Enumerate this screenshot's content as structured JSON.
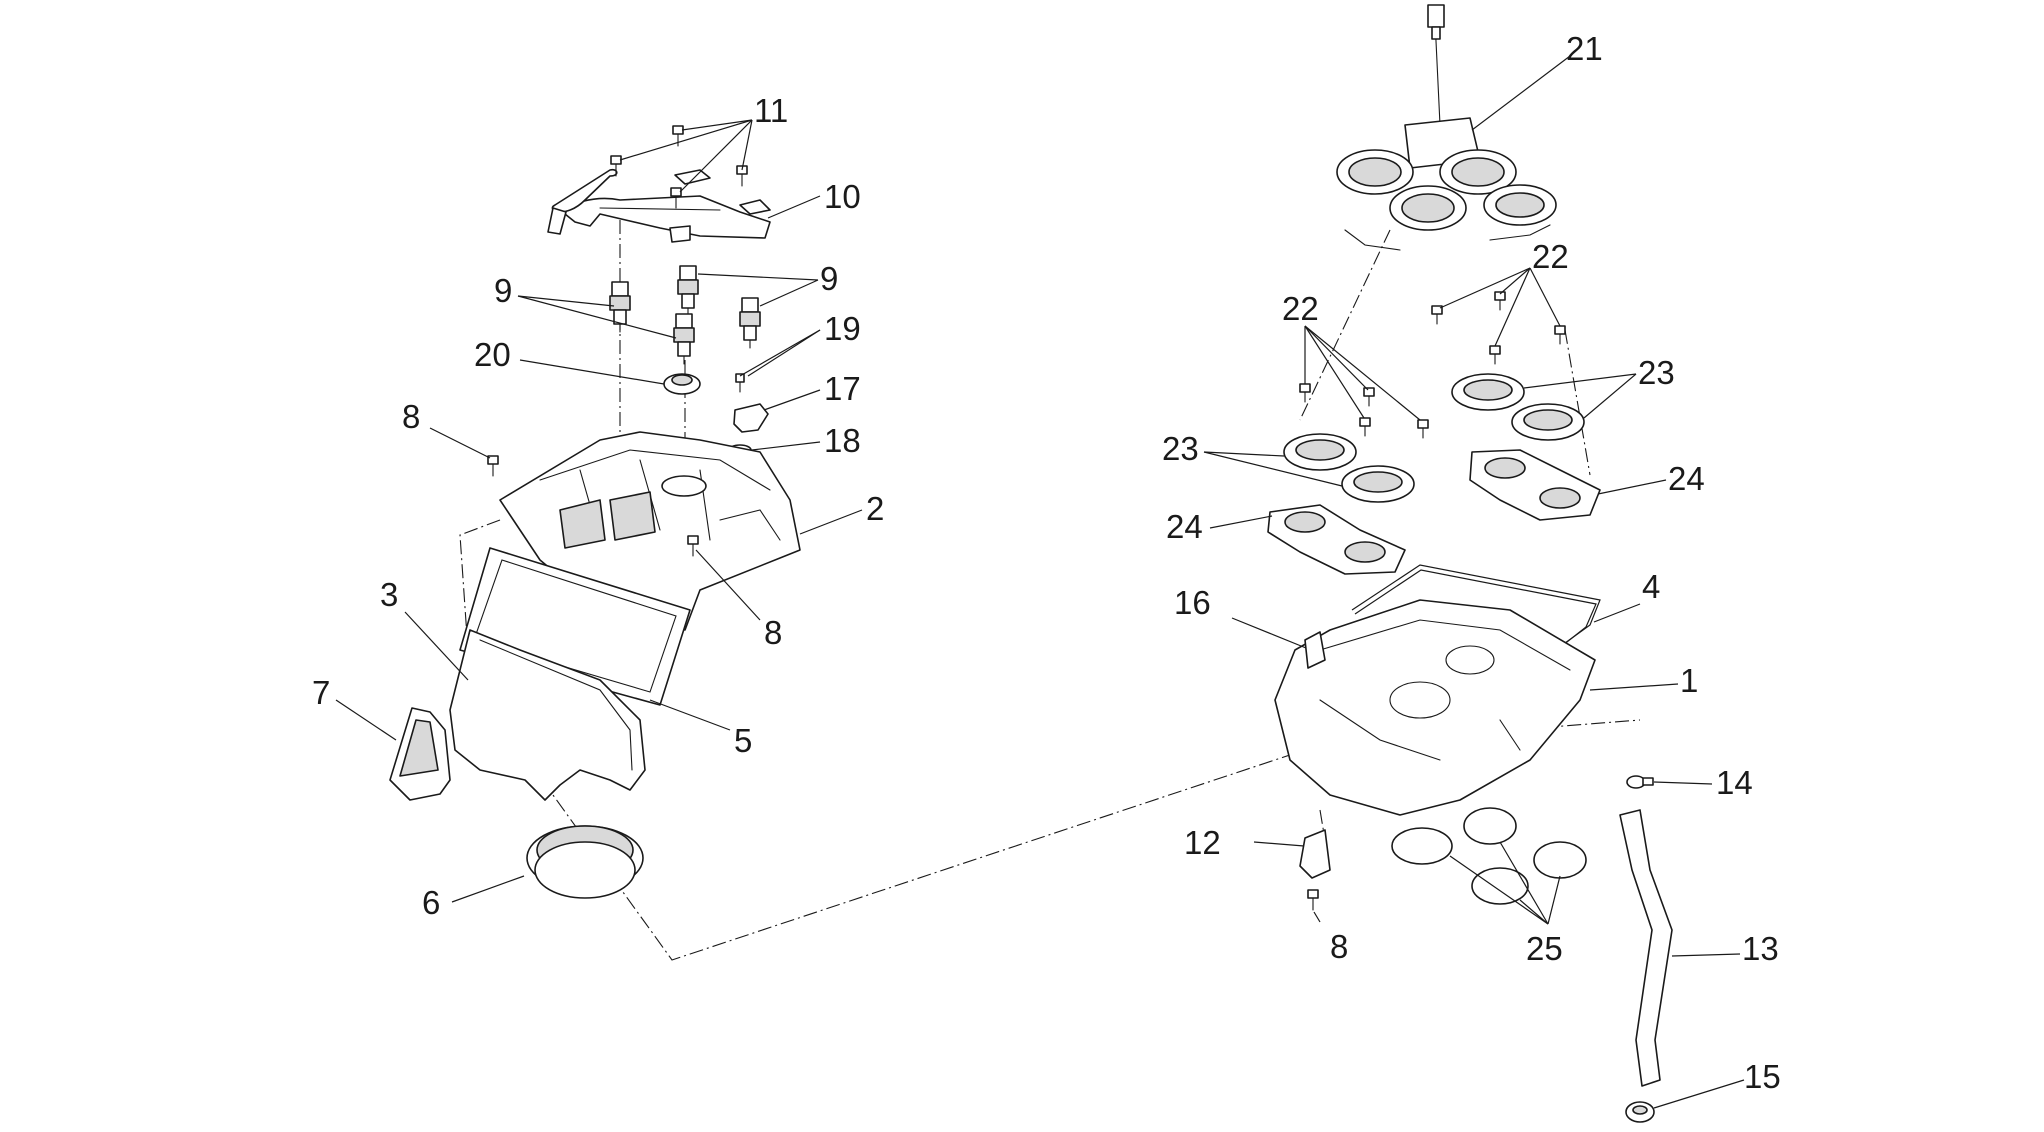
{
  "callouts": [
    {
      "id": "c1",
      "label": "1"
    },
    {
      "id": "c2",
      "label": "2"
    },
    {
      "id": "c3",
      "label": "3"
    },
    {
      "id": "c4",
      "label": "4"
    },
    {
      "id": "c5",
      "label": "5"
    },
    {
      "id": "c6",
      "label": "6"
    },
    {
      "id": "c7",
      "label": "7"
    },
    {
      "id": "c8a",
      "label": "8"
    },
    {
      "id": "c8b",
      "label": "8"
    },
    {
      "id": "c8c",
      "label": "8"
    },
    {
      "id": "c9a",
      "label": "9"
    },
    {
      "id": "c9b",
      "label": "9"
    },
    {
      "id": "c10",
      "label": "10"
    },
    {
      "id": "c11",
      "label": "11"
    },
    {
      "id": "c12",
      "label": "12"
    },
    {
      "id": "c13",
      "label": "13"
    },
    {
      "id": "c14",
      "label": "14"
    },
    {
      "id": "c15",
      "label": "15"
    },
    {
      "id": "c16",
      "label": "16"
    },
    {
      "id": "c17",
      "label": "17"
    },
    {
      "id": "c18",
      "label": "18"
    },
    {
      "id": "c19",
      "label": "19"
    },
    {
      "id": "c20",
      "label": "20"
    },
    {
      "id": "c21",
      "label": "21"
    },
    {
      "id": "c22a",
      "label": "22"
    },
    {
      "id": "c22b",
      "label": "22"
    },
    {
      "id": "c23a",
      "label": "23"
    },
    {
      "id": "c23b",
      "label": "23"
    },
    {
      "id": "c24a",
      "label": "24"
    },
    {
      "id": "c24b",
      "label": "24"
    },
    {
      "id": "c25",
      "label": "25"
    }
  ]
}
